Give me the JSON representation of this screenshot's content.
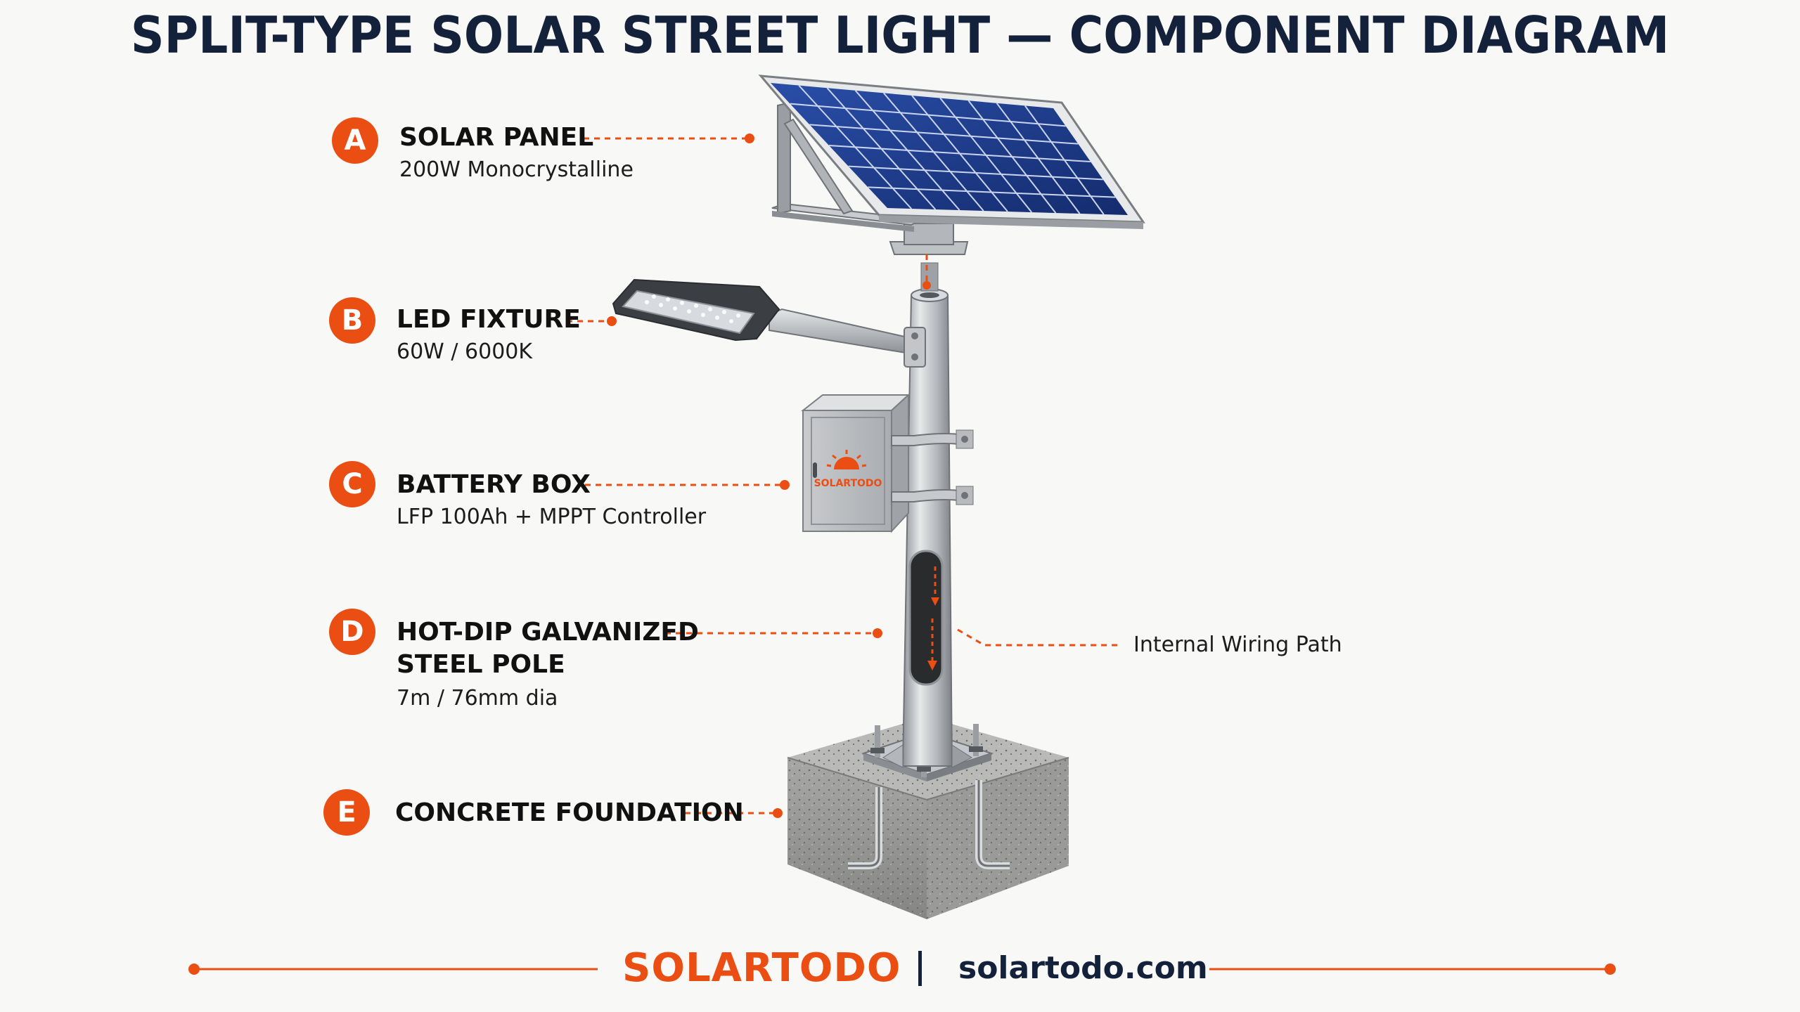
{
  "title": "SPLIT-TYPE SOLAR STREET LIGHT — COMPONENT DIAGRAM",
  "callouts": [
    {
      "letter": "A",
      "title": "SOLAR PANEL",
      "sub": "200W Monocrystalline"
    },
    {
      "letter": "B",
      "title": "LED FIXTURE",
      "sub": "60W / 6000K"
    },
    {
      "letter": "C",
      "title": "BATTERY BOX",
      "sub": "LFP 100Ah + MPPT Controller"
    },
    {
      "letter": "D",
      "title": "HOT-DIP GALVANIZED",
      "title2": "STEEL POLE",
      "sub": "7m / 76mm dia"
    },
    {
      "letter": "E",
      "title": "CONCRETE FOUNDATION"
    }
  ],
  "wiring_label": "Internal Wiring Path",
  "box_brand": "SOLARTODO",
  "footer": {
    "brand": "SOLARTODO",
    "url": "solartodo.com"
  },
  "colors": {
    "accent": "#ea4e13",
    "navy": "#14213a",
    "panel": "#1f3f8f"
  },
  "icons": [
    "sun-logo-icon"
  ]
}
